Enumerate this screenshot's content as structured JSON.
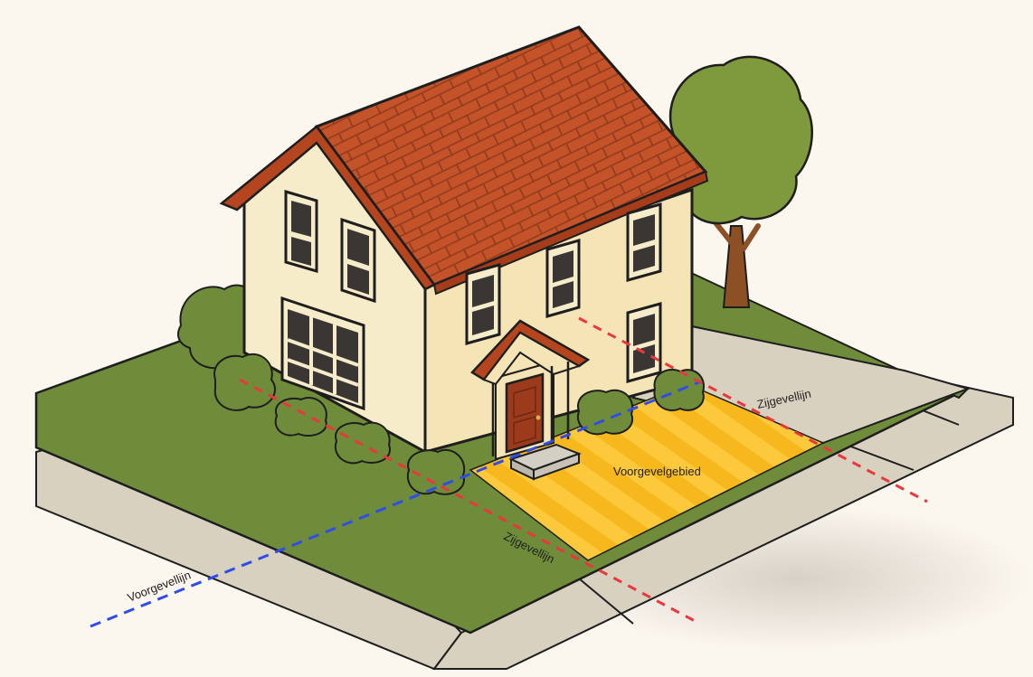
{
  "labels": {
    "front_line": "Voorgevellijn",
    "side_line_right": "Zijgevellijn",
    "side_line_front": "Zijgevellijn",
    "front_area": "Voorgevelgebied"
  },
  "colors": {
    "background": "#fbf6ee",
    "grass": "#6f8c3a",
    "sidewalk": "#d9d1c0",
    "roof": "#c4532a",
    "wall": "#f7ecc9",
    "front_area": "#f6b81c",
    "front_line": "#2f4de8",
    "side_line": "#e8383c"
  }
}
